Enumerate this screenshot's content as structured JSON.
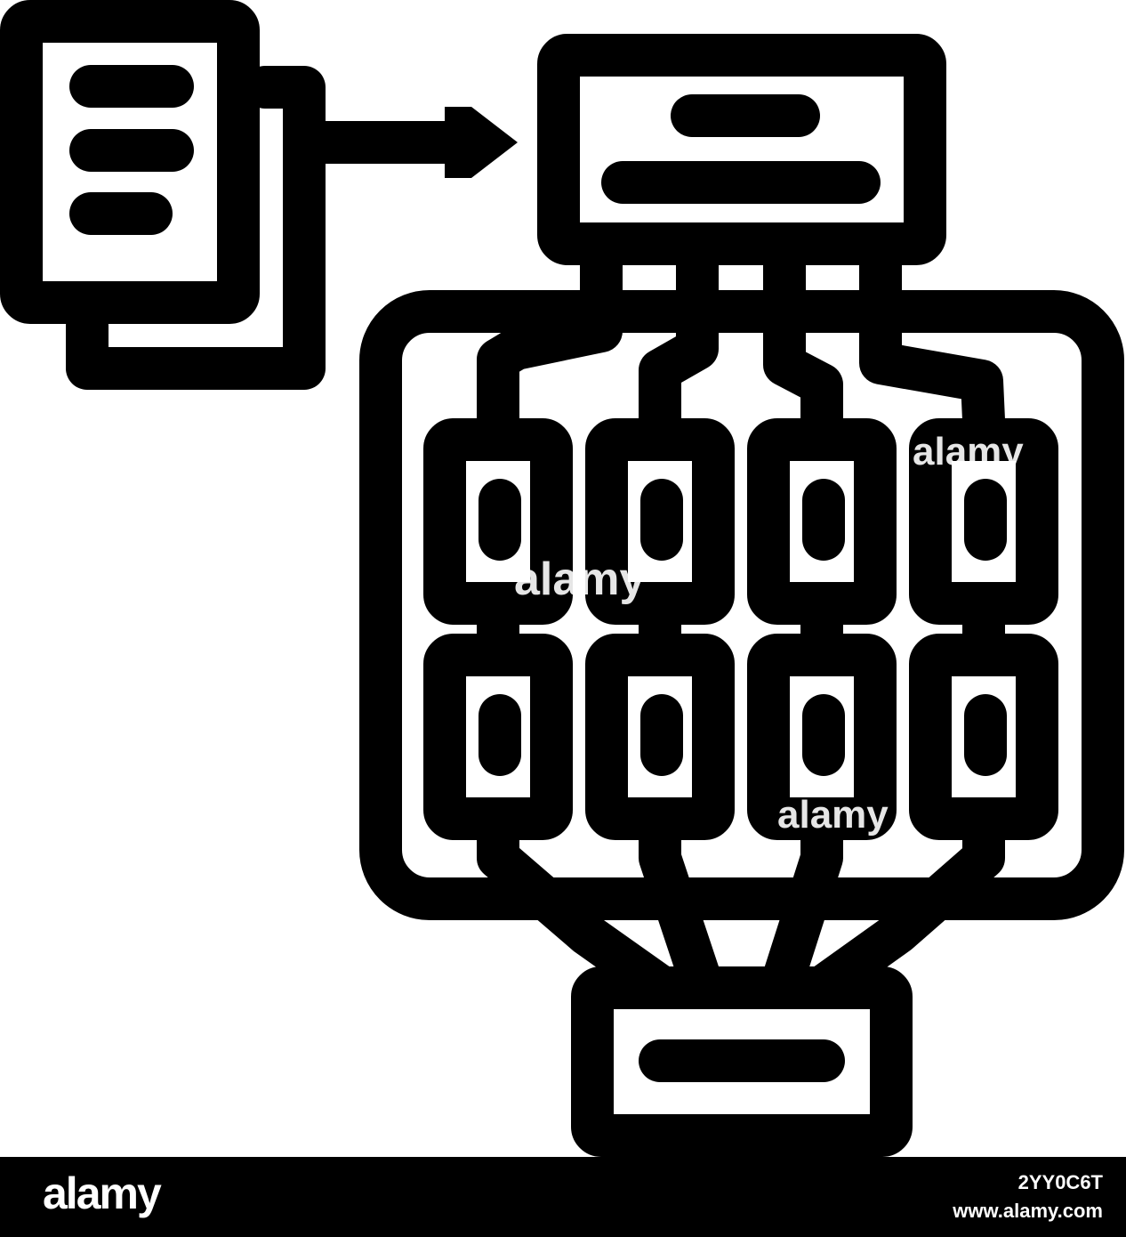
{
  "icon": {
    "name": "data-processing-neural-network-line-icon",
    "stroke_color": "#000000",
    "background_color": "#ffffff"
  },
  "watermark": {
    "brand": "alamy",
    "image_id": "2YY0C6T",
    "site": "www.alamy.com"
  }
}
